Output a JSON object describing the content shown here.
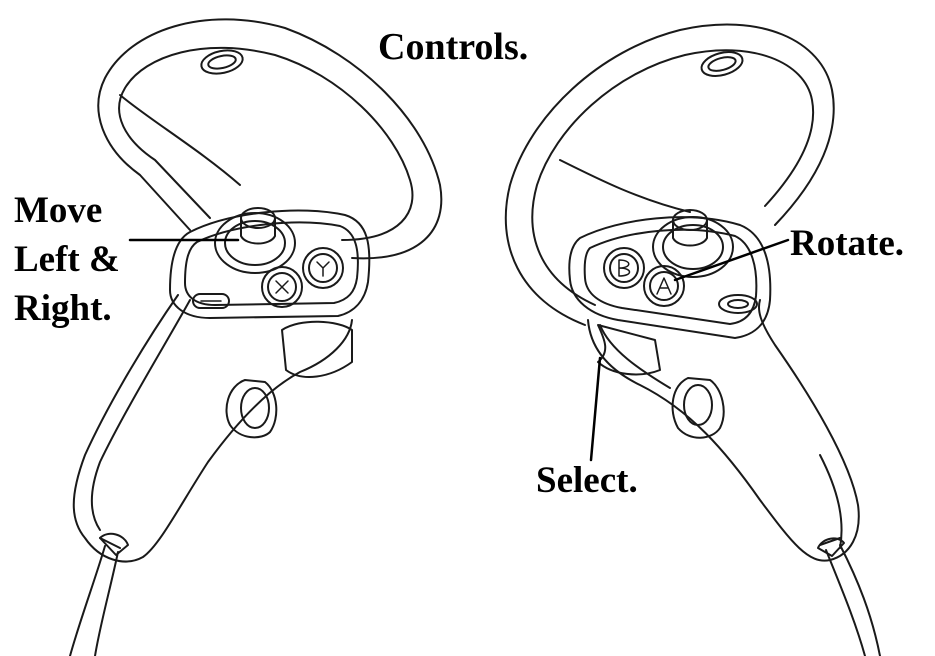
{
  "title": "Controls.",
  "labels": {
    "move_line1": "Move",
    "move_line2": "Left &",
    "move_line3": "Right.",
    "rotate": "Rotate.",
    "select": "Select."
  },
  "buttons": {
    "left": [
      "X",
      "Y"
    ],
    "right": [
      "A",
      "B"
    ]
  },
  "colors": {
    "line": "#1a1a1a",
    "text": "#000000",
    "background": "#ffffff"
  }
}
